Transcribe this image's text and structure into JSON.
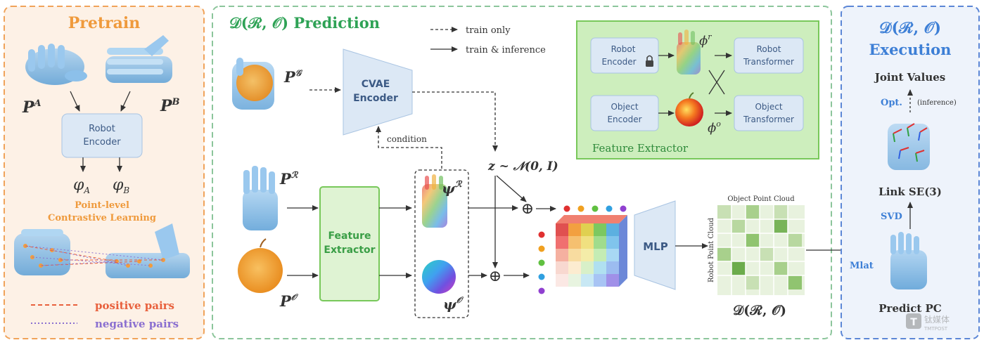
{
  "pretrain": {
    "title": "Pretrain",
    "pa": "P",
    "pa_sup": "A",
    "pb": "P",
    "pb_sup": "B",
    "encoder_line1": "Robot",
    "encoder_line2": "Encoder",
    "phi_a": "φ",
    "phi_a_sub": "A",
    "phi_b": "φ",
    "phi_b_sub": "B",
    "caption_line1": "Point-level",
    "caption_line2": "Contrastive Learning",
    "legend_positive": "positive pairs",
    "legend_negative": "negative pairs"
  },
  "prediction": {
    "title": "𝒟(ℛ, 𝒪) Prediction",
    "legend_dashed": "train only",
    "legend_solid": "train & inference",
    "pg": "P",
    "pg_sup": "𝒢",
    "cvae_line1": "CVAE",
    "cvae_line2": "Encoder",
    "condition": "condition",
    "z_label": "z ~ 𝒩(0, I)",
    "pr": "P",
    "pr_sup": "ℛ",
    "po": "P",
    "po_sup": "𝒪",
    "fe_line1": "Feature",
    "fe_line2": "Extractor",
    "psi_r": "ψ",
    "psi_r_sup": "ℛ",
    "psi_o": "ψ",
    "psi_o_sup": "𝒪",
    "oplus": "⊕",
    "mlp": "MLP",
    "matrix_top": "Object Point Cloud",
    "matrix_side": "Robot Point Cloud",
    "matrix_caption": "𝒟(ℛ, 𝒪)"
  },
  "feature_extractor": {
    "robot_encoder_line1": "Robot",
    "robot_encoder_line2": "Encoder",
    "lock_icon": "lock-icon",
    "object_encoder_line1": "Object",
    "object_encoder_line2": "Encoder",
    "phi_r": "ϕ",
    "phi_r_sup": "r",
    "phi_o": "ϕ",
    "phi_o_sup": "o",
    "robot_transformer_line1": "Robot",
    "robot_transformer_line2": "Transformer",
    "object_transformer_line1": "Object",
    "object_transformer_line2": "Transformer",
    "caption": "Feature Extractor"
  },
  "execution": {
    "title_line1": "𝒟(ℛ, 𝒪)",
    "title_line2": "Execution",
    "joint_values": "Joint Values",
    "opt": "Opt.",
    "inference": "(inference)",
    "link_se3": "Link SE(3)",
    "svd": "SVD",
    "mlat": "Mlat",
    "predict_pc": "Predict PC"
  },
  "watermark": {
    "line1": "钛媒体",
    "line2": "TMTPOST"
  },
  "colors": {
    "pretrain_border": "#f0a35a",
    "pretrain_fill": "#fdf1e6",
    "pretrain_title": "#ef9a3c",
    "prediction_border": "#8cc59b",
    "prediction_title": "#2ea255",
    "execution_border": "#5b86d6",
    "execution_fill": "#eef3fb",
    "execution_title": "#3d7fd6",
    "box_blue": "#dce8f5",
    "box_green": "#dff3d3",
    "green_panel": "#cdeebd",
    "positive": "#e8603c",
    "negative": "#8a6fd0"
  }
}
